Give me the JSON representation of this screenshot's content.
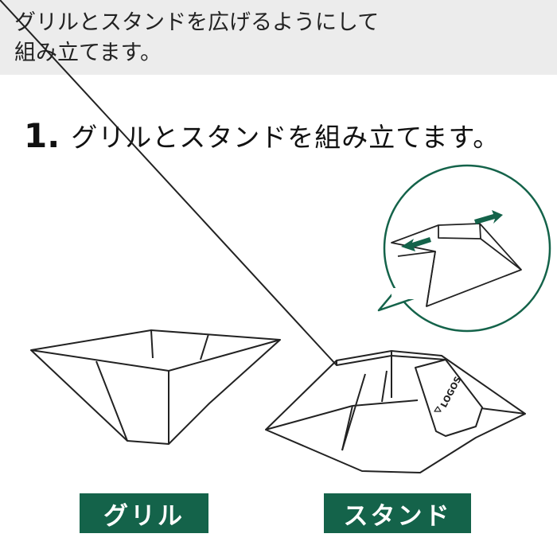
{
  "header": {
    "line1": "グリルとスタンドを広げるようにして",
    "line2": "組み立てます。"
  },
  "step": {
    "number": "1.",
    "text": "グリルとスタンドを組み立てます。"
  },
  "illustrations": {
    "stand_logo": "LOGOS",
    "accent_color": "#14634a"
  },
  "labels": {
    "grill": "グリル",
    "stand": "スタンド"
  }
}
